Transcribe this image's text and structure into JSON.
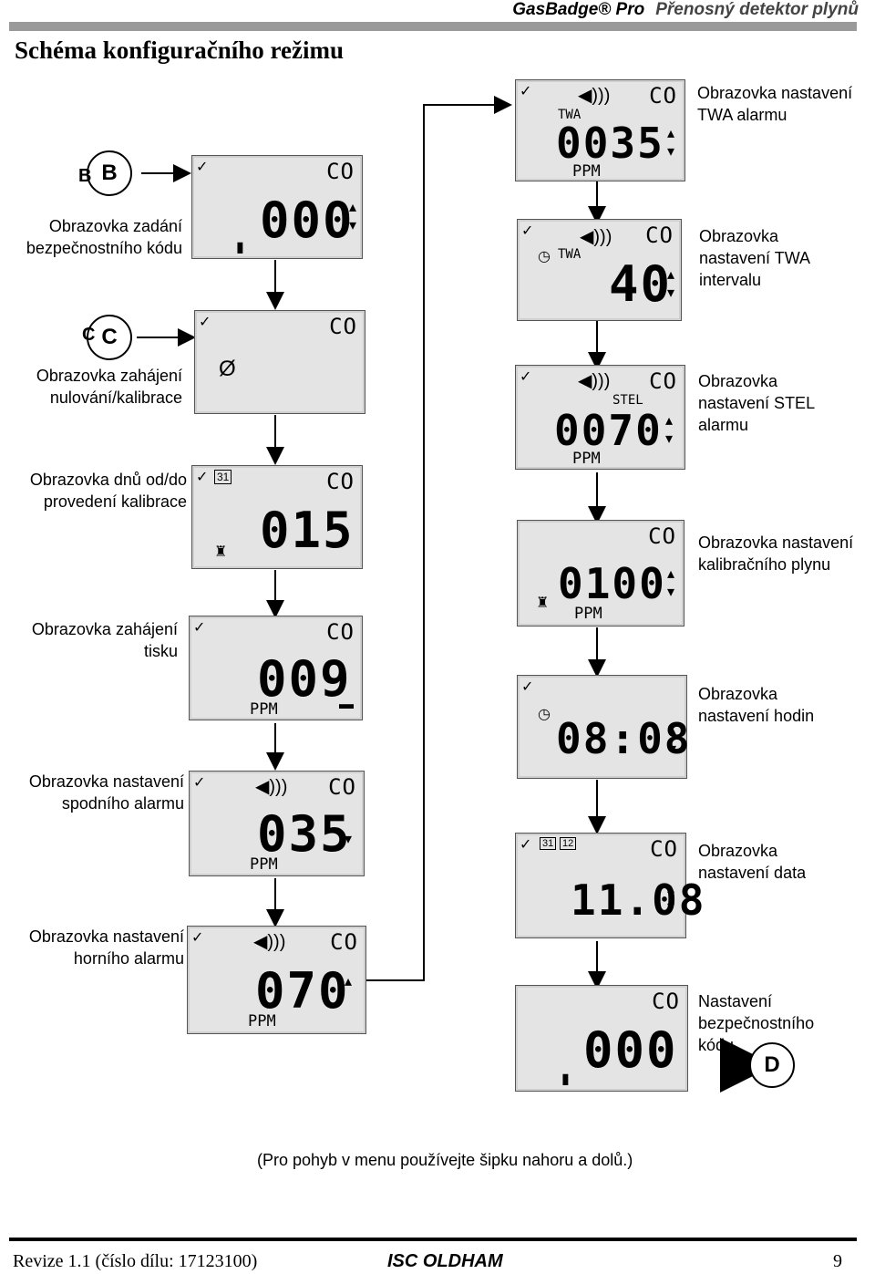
{
  "header": {
    "product": "GasBadge® Pro",
    "subtitle": "Přenosný detektor plynů"
  },
  "title": "Schéma konfiguračního režimu",
  "markers": {
    "b": "B",
    "b_small": "B",
    "c": "C",
    "c_small": "C",
    "d": "D"
  },
  "left_screens": [
    {
      "label": "Obrazovka zadání bezpečnostního kódu",
      "gas": "CO",
      "digits": "000",
      "unit": "",
      "arrows": "updown"
    },
    {
      "label": "Obrazovka zahájení nulování/kalibrace",
      "gas": "CO",
      "digits": "",
      "unit": "",
      "symbol": "Ø"
    },
    {
      "label": "Obrazovka dnů od/do provedení kalibrace",
      "gas": "CO",
      "digits": "015",
      "unit": "",
      "badge": "31"
    },
    {
      "label": "Obrazovka zahájení tisku",
      "gas": "CO",
      "digits": "009",
      "unit": "PPM"
    },
    {
      "label": "Obrazovka nastavení spodního alarmu",
      "gas": "CO",
      "digits": "035",
      "unit": "PPM",
      "arrows": "down"
    },
    {
      "label": "Obrazovka nastavení horního alarmu",
      "gas": "CO",
      "digits": "070",
      "unit": "PPM",
      "arrows": "up"
    }
  ],
  "right_screens": [
    {
      "label": "Obrazovka nastavení TWA alarmu",
      "gas": "CO",
      "digits": "0035",
      "unit": "PPM",
      "tag": "TWA"
    },
    {
      "label": "Obrazovka nastavení TWA intervalu",
      "gas": "CO",
      "digits": "40",
      "unit": "",
      "tag": "TWA"
    },
    {
      "label": "Obrazovka nastavení STEL alarmu",
      "gas": "CO",
      "digits": "0070",
      "unit": "PPM",
      "tag": "STEL"
    },
    {
      "label": "Obrazovka nastavení kalibračního plynu",
      "gas": "CO",
      "digits": "0100",
      "unit": "PPM"
    },
    {
      "label": "Obrazovka nastavení hodin",
      "gas": "",
      "digits": "08:08",
      "unit": ""
    },
    {
      "label": "Obrazovka nastavení data",
      "gas": "CO",
      "digits": "11.08",
      "unit": "",
      "badge": "31",
      "badge2": "12"
    },
    {
      "label": "Nastavení bezpečnostního kódu",
      "gas": "CO",
      "digits": "000",
      "unit": ""
    }
  ],
  "note": "(Pro pohyb v menu používejte šipku nahoru a dolů.)",
  "footer": {
    "revision": "Revize 1.1 (číslo dílu: 17123100)",
    "company": "ISC OLDHAM",
    "page": "9"
  }
}
